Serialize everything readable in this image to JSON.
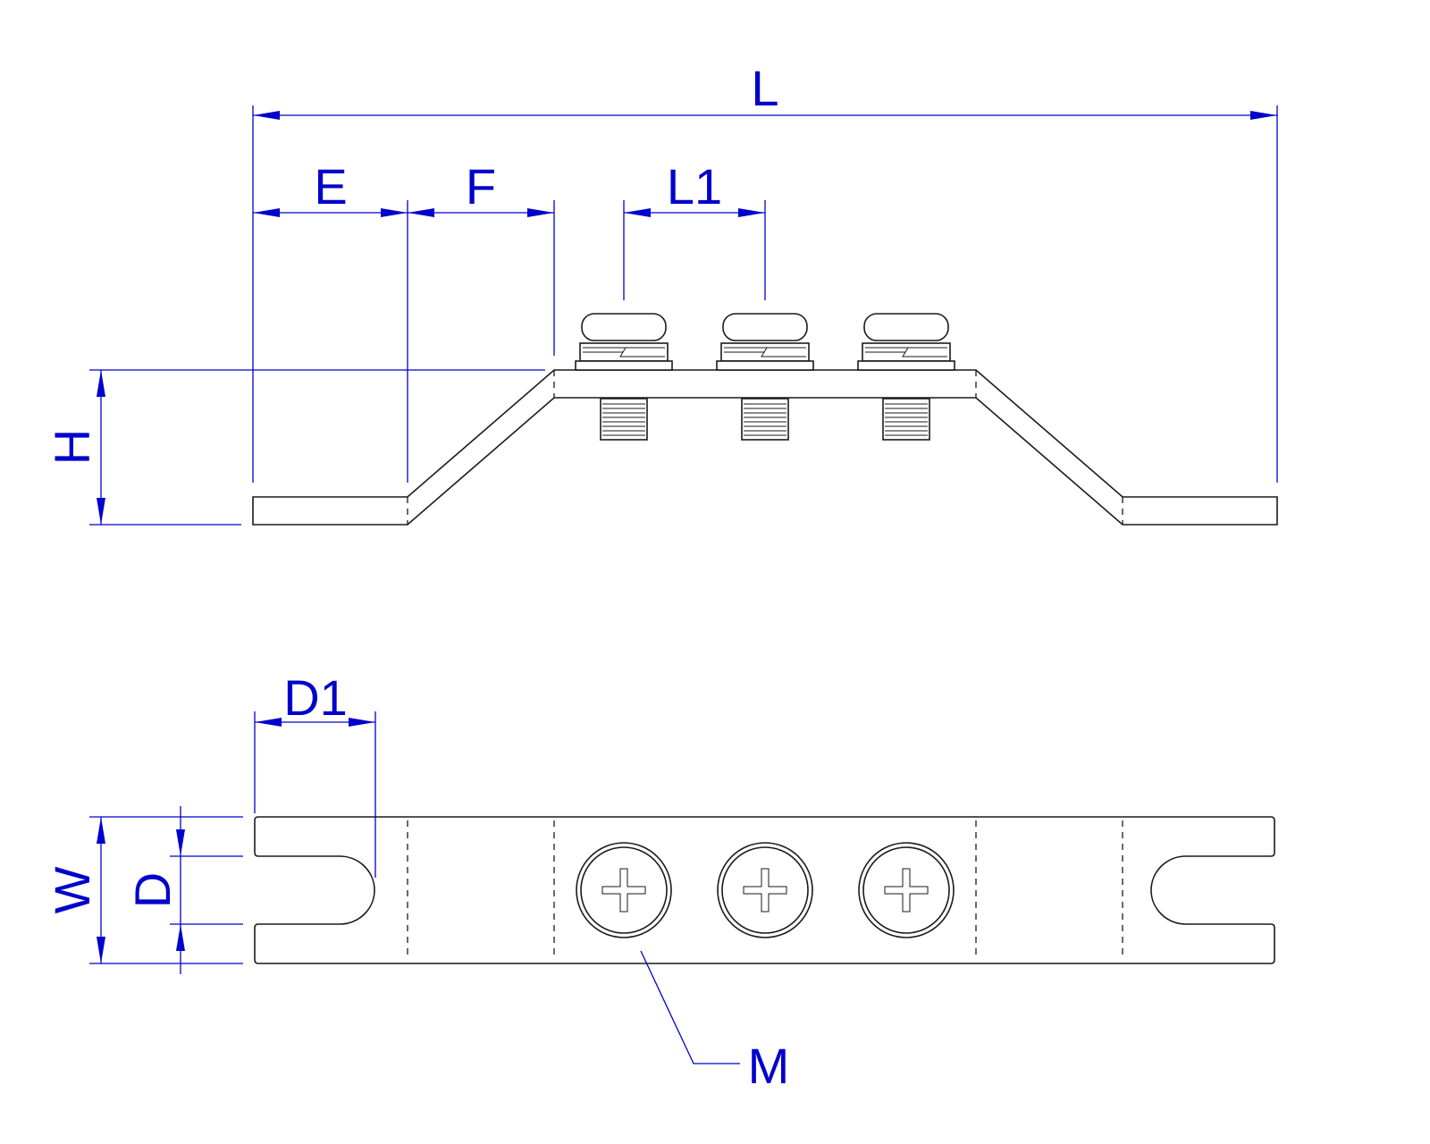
{
  "diagram": {
    "side_view": {
      "labels": {
        "L": "L",
        "E": "E",
        "F": "F",
        "L1": "L1",
        "H": "H"
      }
    },
    "top_view": {
      "labels": {
        "D1": "D1",
        "W": "W",
        "D": "D",
        "M": "M"
      }
    },
    "colors": {
      "dimension": "#0000cc",
      "outline": "#1a1a1a",
      "background": "#ffffff"
    },
    "screw_count": 3
  }
}
